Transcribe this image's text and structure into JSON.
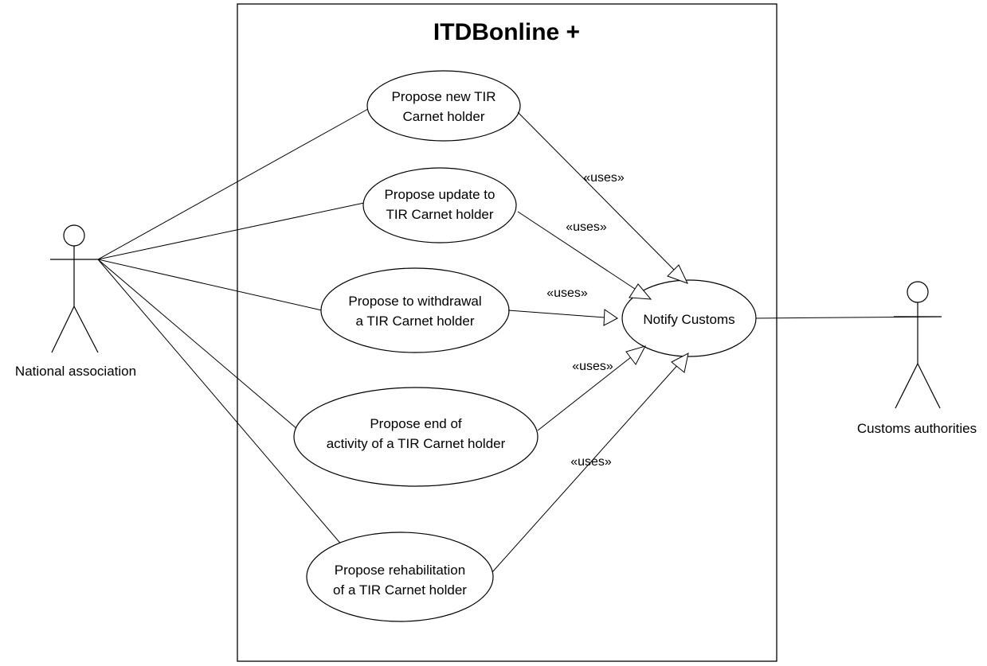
{
  "diagram": {
    "system": {
      "title": "ITDBonline +"
    },
    "actors": {
      "national": "National association",
      "customs": "Customs authorities"
    },
    "use_cases": {
      "new_holder": [
        "Propose new TIR",
        "Carnet holder"
      ],
      "update": [
        "Propose update to",
        "TIR Carnet holder"
      ],
      "withdraw": [
        "Propose to withdrawal",
        "a TIR Carnet holder"
      ],
      "end_activity": [
        "Propose end of",
        "activity of a TIR Carnet holder"
      ],
      "rehabilitation": [
        "Propose rehabilitation",
        "of a TIR Carnet holder"
      ],
      "notify": "Notify Customs"
    },
    "stereotype": "«uses»"
  }
}
